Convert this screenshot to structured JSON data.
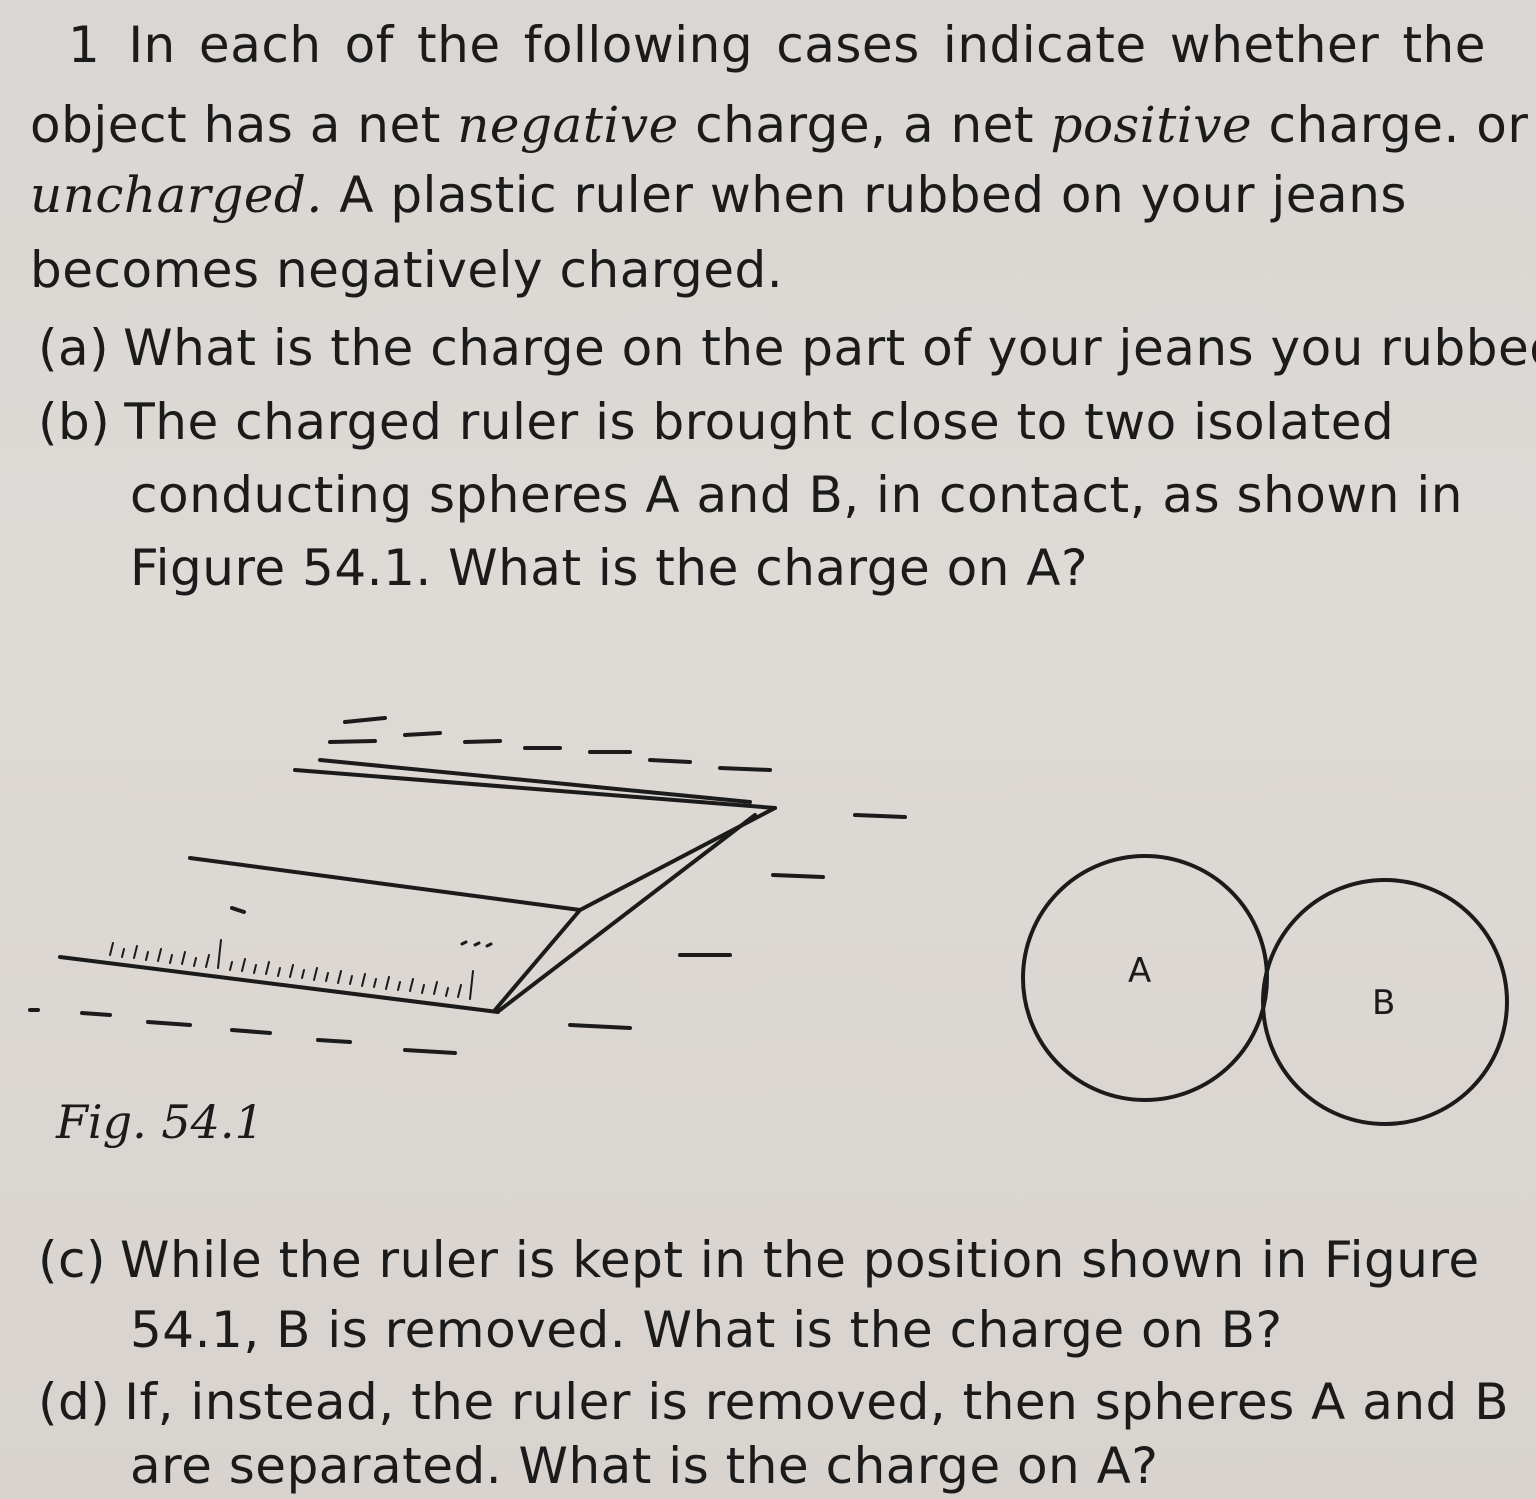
{
  "question": {
    "number": "1",
    "intro_1": "In each of the following cases indicate whether the",
    "intro_2a": "object has a net ",
    "intro_2_negative": "negative",
    "intro_2b": " charge, a net ",
    "intro_2_positive": "positive",
    "intro_2c": " charge. or is",
    "intro_3_uncharged": "uncharged.",
    "intro_3b": " A plastic ruler when rubbed on your jeans",
    "intro_4": "becomes negatively charged."
  },
  "part_a": {
    "label": "(a)",
    "text": "What is the charge on the part of your jeans you rubbed?"
  },
  "part_b": {
    "label": "(b)",
    "line_1": "The charged ruler is brought close to two isolated",
    "line_2": "conducting spheres A and B, in contact, as shown in",
    "line_3": "Figure 54.1. What is the charge on A?"
  },
  "figure": {
    "caption": "Fig. 54.1",
    "sphere_a_label": "A",
    "sphere_b_label": "B"
  },
  "part_c": {
    "label": "(c)",
    "line_1": "While the ruler is kept in the position shown in Figure",
    "line_2": "54.1, B is removed. What is the charge on B?"
  },
  "part_d": {
    "label": "(d)",
    "line_1": "If, instead, the ruler is removed, then spheres A and B",
    "line_2": "are separated. What is the charge on A?"
  }
}
